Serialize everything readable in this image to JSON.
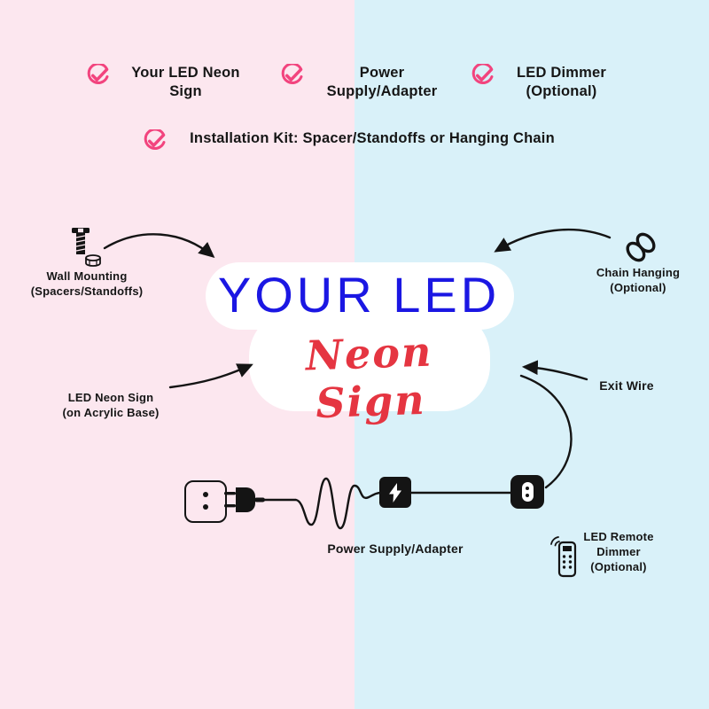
{
  "colors": {
    "bg_left": "#fce7ef",
    "bg_right": "#d9f1f9",
    "check_accent": "#f2447e",
    "sign_line1_color": "#1b17e3",
    "sign_line2_color": "#e53541",
    "line_ink": "#141414"
  },
  "checklist": {
    "items": [
      {
        "label": "Your LED Neon Sign"
      },
      {
        "label": "Power Supply/Adapter"
      },
      {
        "label": "LED Dimmer (Optional)"
      },
      {
        "label": "Installation Kit: Spacer/Standoffs or Hanging Chain"
      }
    ]
  },
  "sign": {
    "line1": "YOUR LED",
    "line2": "Neon Sign"
  },
  "annotations": {
    "wall_mounting": {
      "line1": "Wall Mounting",
      "line2": "(Spacers/Standoffs)"
    },
    "chain_hanging": {
      "line1": "Chain Hanging",
      "line2": "(Optional)"
    },
    "neon_sign": {
      "line1": "LED Neon Sign",
      "line2": "(on Acrylic Base)"
    },
    "exit_wire": {
      "label": "Exit Wire"
    },
    "power_supply": {
      "label": "Power Supply/Adapter"
    },
    "remote_dimmer": {
      "line1": "LED Remote",
      "line2": "Dimmer",
      "line3": "(Optional)"
    }
  }
}
